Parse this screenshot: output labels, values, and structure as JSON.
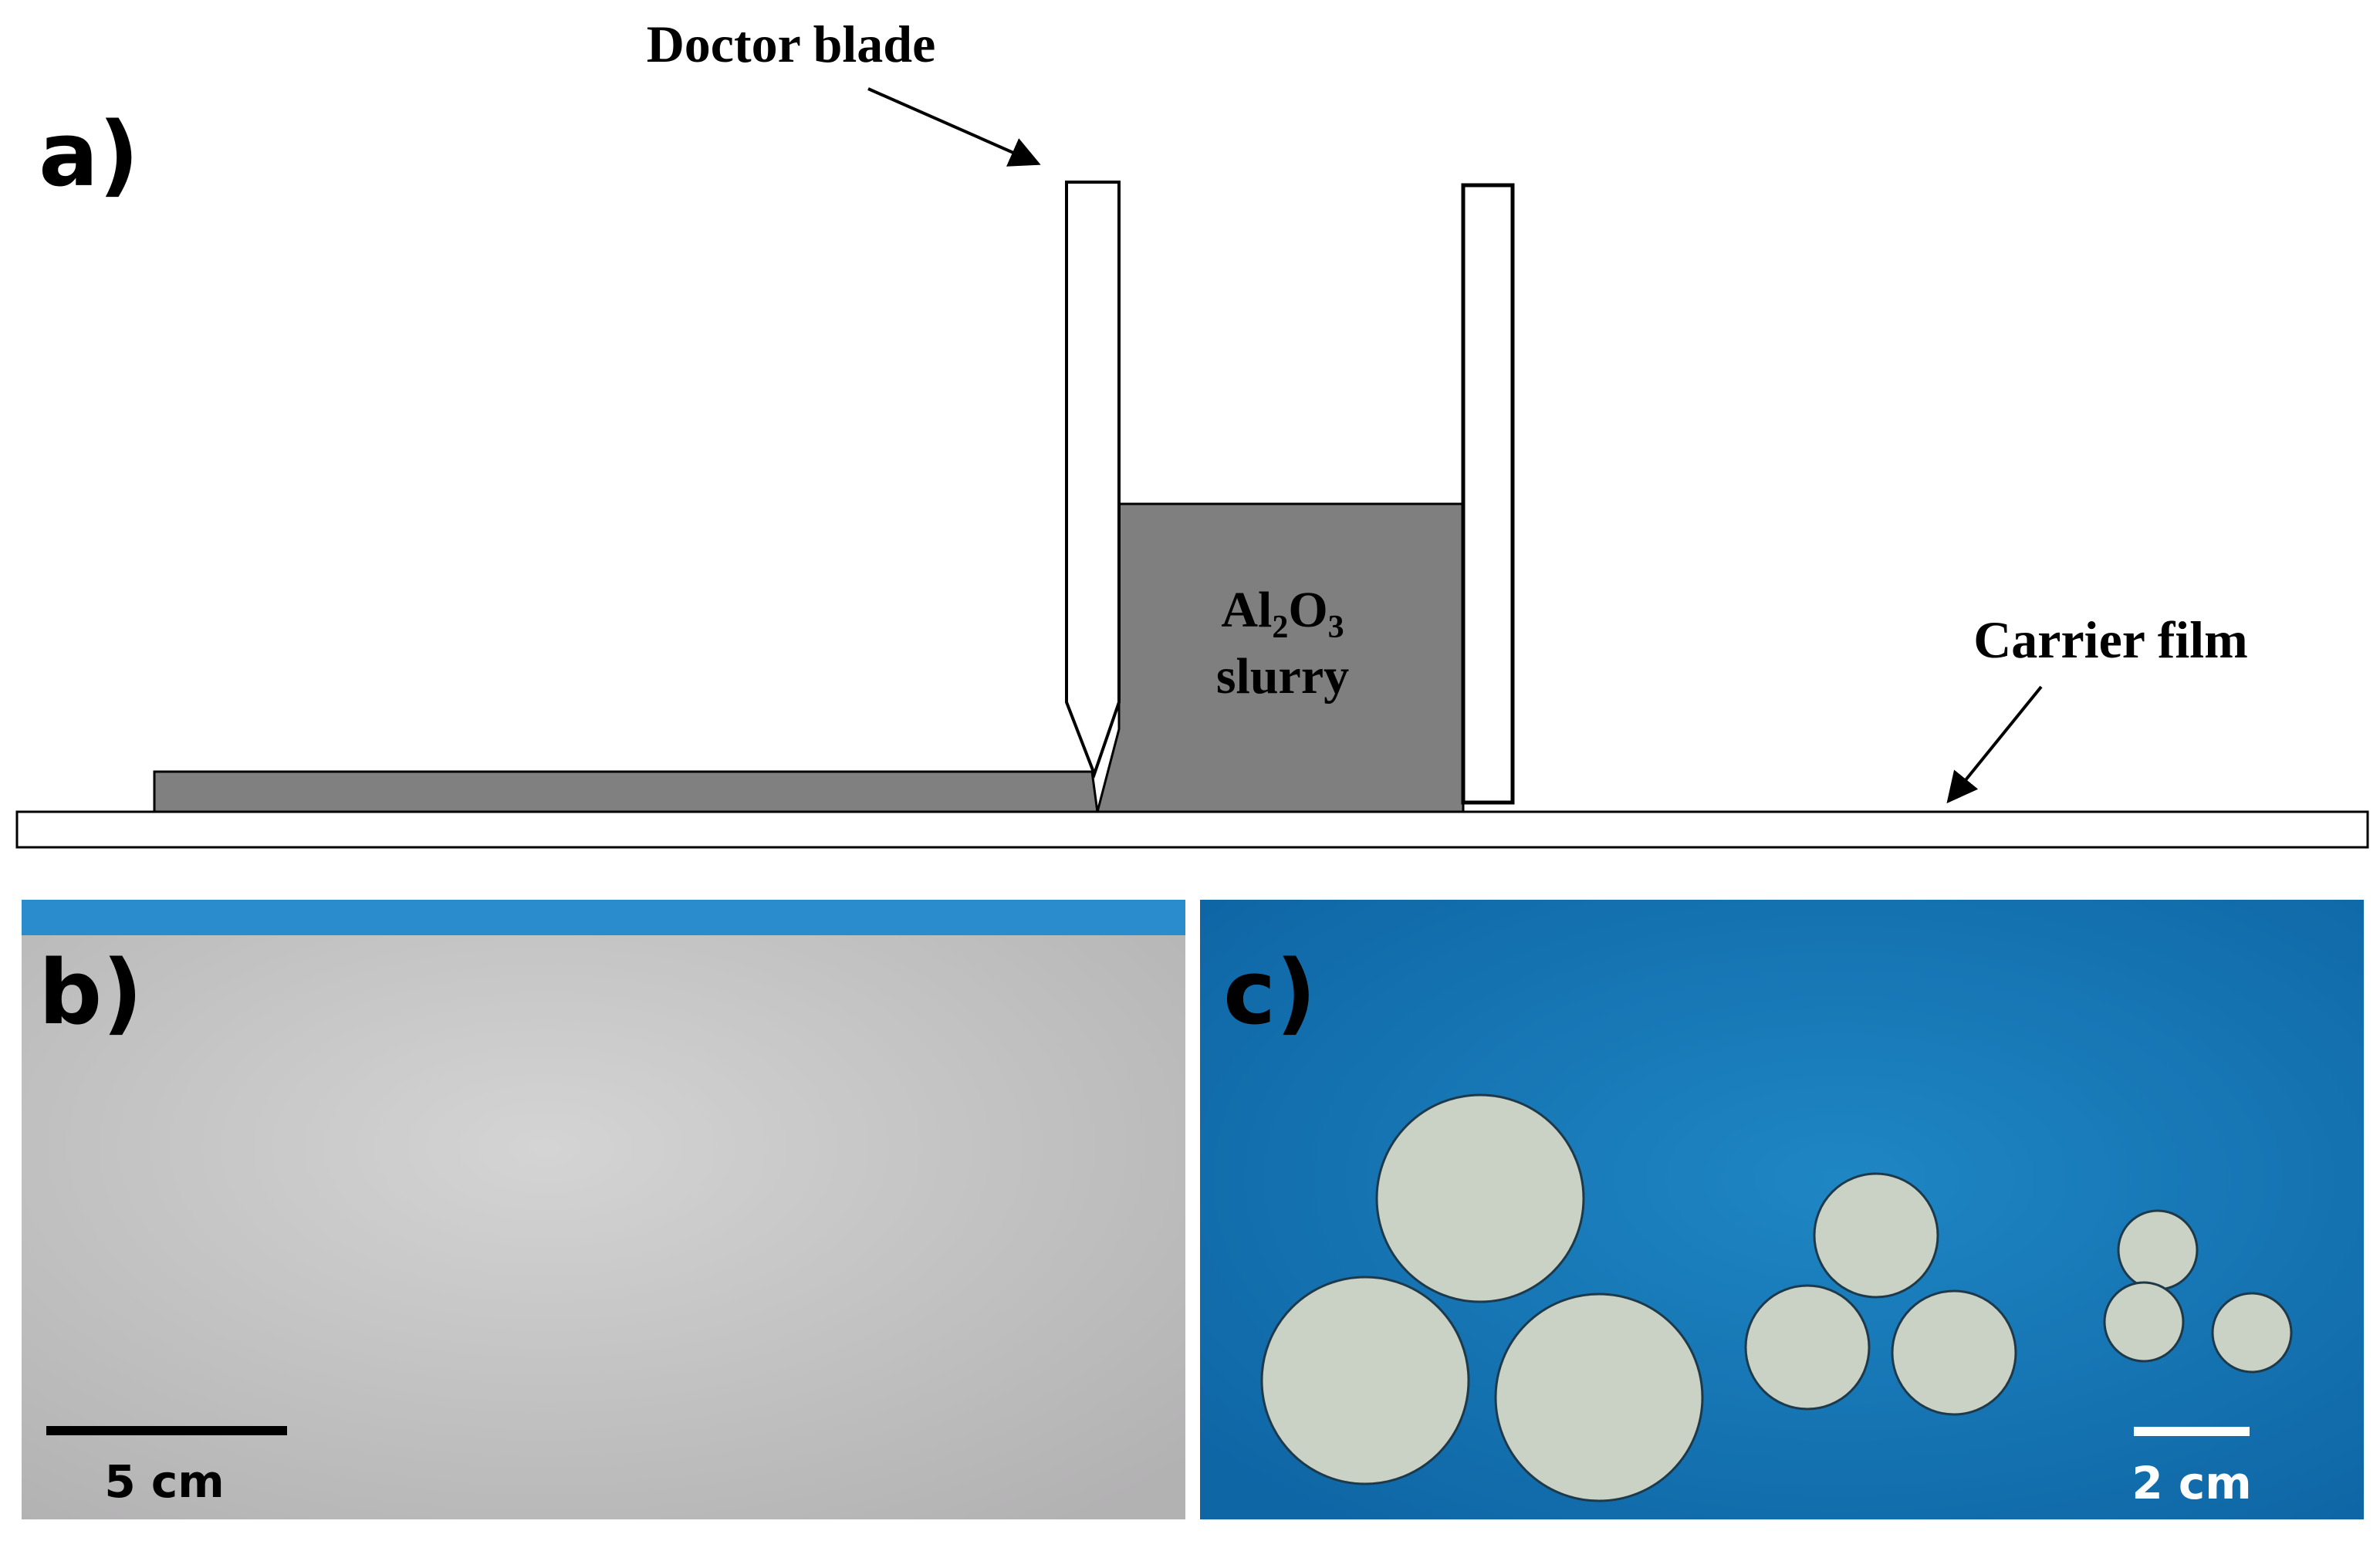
{
  "panels": {
    "a": {
      "label": "a)",
      "doctor_blade_label": "Doctor blade",
      "slurry_formula": {
        "main": "Al",
        "sub1": "2",
        "mid": "O",
        "sub2": "3"
      },
      "slurry_word": "slurry",
      "carrier_film_label": "Carrier film"
    },
    "b": {
      "label": "b)",
      "scale_bar_label": "5 cm"
    },
    "c": {
      "label": "c)",
      "scale_bar_label": "2 cm"
    }
  },
  "colors": {
    "slurry_fill": "#7f7f7f",
    "tape_fill": "#808080",
    "outline": "#000000",
    "photo_b_sheet": "#c9c8c8",
    "photo_b_strip": "#2a8ccc",
    "photo_c_background": "#1a7fbe",
    "disc_fill": "#c9d2c4",
    "label_white": "#ffffff"
  }
}
